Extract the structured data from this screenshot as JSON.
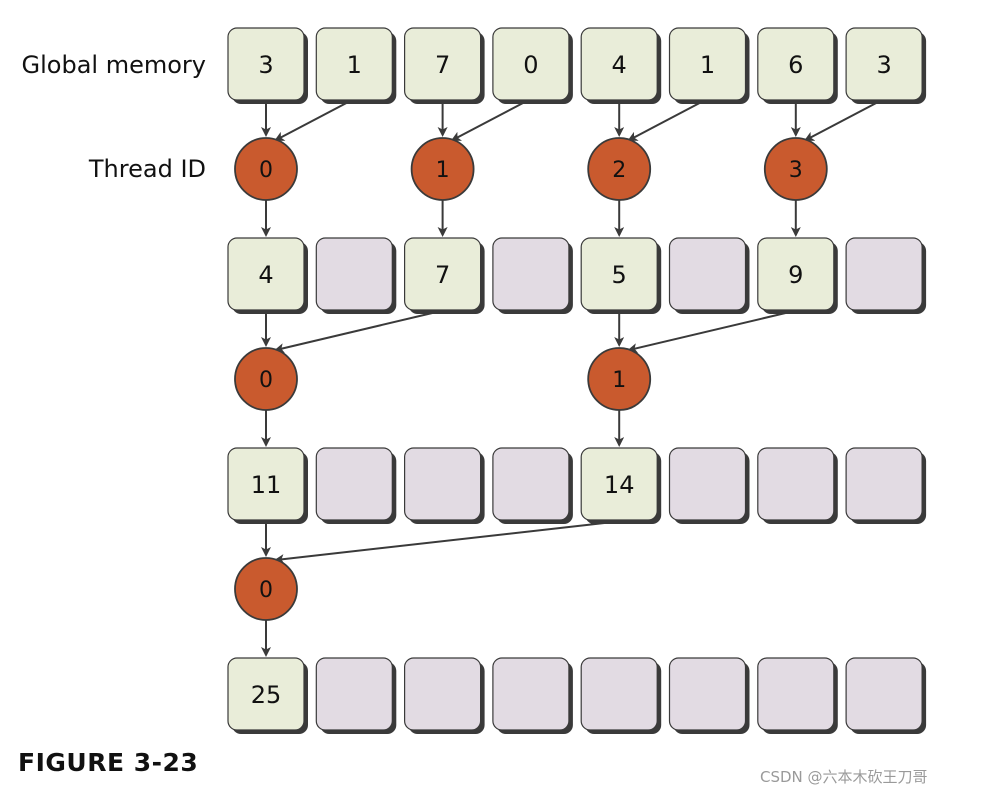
{
  "labels": {
    "global_memory": "Global memory",
    "thread_id": "Thread ID"
  },
  "caption": "FIGURE 3-23",
  "watermark": "CSDN @六本木砍王刀哥",
  "colors": {
    "active_cell": "#e9edd9",
    "empty_cell": "#e2dbe3",
    "cell_shadow": "#3a3a3a",
    "thread_fill": "#c95a2e",
    "thread_stroke": "#3a3a3a",
    "arrow": "#3a3a3a"
  },
  "rows": [
    [
      "3",
      "1",
      "7",
      "0",
      "4",
      "1",
      "6",
      "3"
    ],
    [
      "4",
      "",
      "7",
      "",
      "5",
      "",
      "9",
      ""
    ],
    [
      "11",
      "",
      "",
      "",
      "14",
      "",
      "",
      ""
    ],
    [
      "25",
      "",
      "",
      "",
      "",
      "",
      "",
      ""
    ]
  ],
  "thread_levels": [
    {
      "threads": [
        {
          "id": "0",
          "col": 0,
          "sources": [
            0,
            1
          ]
        },
        {
          "id": "1",
          "col": 2,
          "sources": [
            2,
            3
          ]
        },
        {
          "id": "2",
          "col": 4,
          "sources": [
            4,
            5
          ]
        },
        {
          "id": "3",
          "col": 6,
          "sources": [
            6,
            7
          ]
        }
      ]
    },
    {
      "threads": [
        {
          "id": "0",
          "col": 0,
          "sources": [
            0,
            2
          ]
        },
        {
          "id": "1",
          "col": 4,
          "sources": [
            4,
            6
          ]
        }
      ]
    },
    {
      "threads": [
        {
          "id": "0",
          "col": 0,
          "sources": [
            0,
            4
          ]
        }
      ]
    }
  ]
}
